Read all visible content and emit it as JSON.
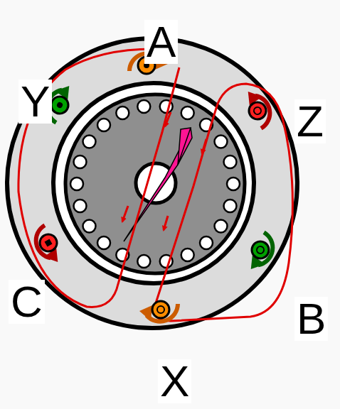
{
  "diagram": {
    "labels": [
      "A",
      "Y",
      "Z",
      "C",
      "B",
      "X"
    ]
  }
}
